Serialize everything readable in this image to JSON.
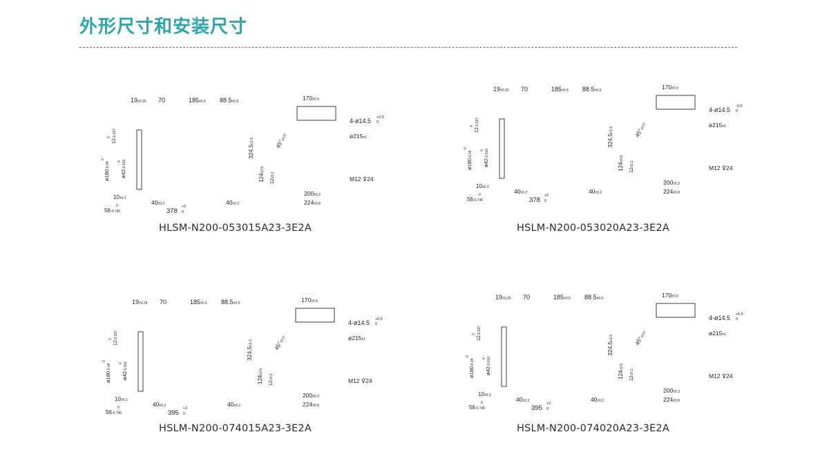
{
  "page_title": "外形尺寸和安装尺寸",
  "colors": {
    "title": "#2aa7a8",
    "line": "#2a2a2a"
  },
  "drawings": [
    {
      "model": "HLSM-N200-053015A23-3E2A",
      "side": {
        "d_19": "19",
        "t_19": "±0.25",
        "d_70": "70",
        "d_185": "185",
        "t_185": "±0.5",
        "d_885": "88.5",
        "t_885": "±0.5",
        "d_12": "12",
        "t_12": "-0.027",
        "t_12b": "0",
        "d_180": "ø180",
        "t_180": "-0.04",
        "t_180b": "0",
        "d_42": "ø42",
        "t_42": "-0.016",
        "t_42b": "0",
        "d_10": "10",
        "t_10": "±0.2",
        "d_40a": "40",
        "t_40a": "±0.2",
        "d_40b": "40",
        "t_40b": "±0.2",
        "d_56": "56",
        "t_56": "-0.740",
        "t_56b": "0",
        "d_len": "378",
        "t_len": "+2",
        "t_lenb": "0"
      },
      "front": {
        "d_170": "170",
        "t_170": "±0.5",
        "d_hole": "4-ø14.5",
        "t_hole": "+0.5",
        "t_holeb": "0",
        "d_215": "ø215",
        "t_215": "±1",
        "d_3245": "324.5",
        "t_3245": "±1.5",
        "d_45": "45°",
        "t_45": "±0.5°",
        "d_124": "124",
        "t_124": "±0.5",
        "d_12f": "12",
        "t_12f": "±0.2",
        "d_m12": "M12 ⊽24",
        "d_200": "200",
        "t_200": "±0.3",
        "d_224": "224",
        "t_224": "±0.8"
      }
    },
    {
      "model": "HSLM-N200-053020A23-3E2A",
      "side": {
        "d_19": "19",
        "t_19": "±0.25",
        "d_70": "70",
        "d_185": "185",
        "t_185": "±0.5",
        "d_885": "88.5",
        "t_885": "±0.5",
        "d_12": "12",
        "t_12": "-0.027",
        "t_12b": "0",
        "d_180": "ø180",
        "t_180": "-0.04",
        "t_180b": "0",
        "d_42": "ø42",
        "t_42": "-0.016",
        "t_42b": "0",
        "d_10": "10",
        "t_10": "±0.2",
        "d_40a": "40",
        "t_40a": "±0.2",
        "d_40b": "40",
        "t_40b": "±0.2",
        "d_56": "56",
        "t_56": "-0.740",
        "t_56b": "0",
        "d_len": "378",
        "t_len": "+2",
        "t_lenb": "0"
      },
      "front": {
        "d_170": "170",
        "t_170": "±0.5",
        "d_hole": "4-ø14.5",
        "t_hole": "-0.5",
        "t_holeb": "0",
        "d_215": "ø215",
        "t_215": "±1",
        "d_3245": "324.5",
        "t_3245": "±1.5",
        "d_45": "45°",
        "t_45": "±0.5°",
        "d_124": "124",
        "t_124": "±0.5",
        "d_12f": "12",
        "t_12f": "±0.2",
        "d_m12": "M12 ⊽24",
        "d_200": "200",
        "t_200": "±0.3",
        "d_224": "224",
        "t_224": "±0.8"
      }
    },
    {
      "model": "HSLM-N200-074015A23-3E2A",
      "side": {
        "d_19": "19",
        "t_19": "±0.25",
        "d_70": "70",
        "d_185": "185",
        "t_185": "±0.5",
        "d_885": "88.5",
        "t_885": "±0.5",
        "d_12": "12",
        "t_12": "-0.027",
        "t_12b": "0",
        "d_180": "ø180",
        "t_180": "-0.04",
        "t_180b": "0",
        "d_42": "ø42",
        "t_42": "-0.016",
        "t_42b": "0",
        "d_10": "10",
        "t_10": "±0.2",
        "d_40a": "40",
        "t_40a": "±0.2",
        "d_40b": "40",
        "t_40b": "±0.2",
        "d_56": "56",
        "t_56": "-0.740",
        "t_56b": "0",
        "d_len": "395",
        "t_len": "+2",
        "t_lenb": "0"
      },
      "front": {
        "d_170": "170",
        "t_170": "±0.5",
        "d_hole": "4-ø14.5",
        "t_hole": "+0.5",
        "t_holeb": "0",
        "d_215": "ø215",
        "t_215": "±1",
        "d_3245": "324.5",
        "t_3245": "±1.5",
        "d_45": "45°",
        "t_45": "±0.5°",
        "d_124": "124",
        "t_124": "±0.5",
        "d_12f": "12",
        "t_12f": "±0.2",
        "d_m12": "M12 ⊽24",
        "d_200": "200",
        "t_200": "±0.3",
        "d_224": "224",
        "t_224": "±0.8"
      }
    },
    {
      "model": "HSLM-N200-074020A23-3E2A",
      "side": {
        "d_19": "19",
        "t_19": "±0.25",
        "d_70": "70",
        "d_185": "185",
        "t_185": "±0.5",
        "d_885": "88.5",
        "t_885": "±0.5",
        "d_12": "12",
        "t_12": "-0.027",
        "t_12b": "0",
        "d_180": "ø180",
        "t_180": "-0.04",
        "t_180b": "0",
        "d_42": "ø42",
        "t_42": "-0.016",
        "t_42b": "0",
        "d_10": "10",
        "t_10": "±0.2",
        "d_40a": "40",
        "t_40a": "±0.2",
        "d_40b": "40",
        "t_40b": "±0.2",
        "d_56": "56",
        "t_56": "-0.740",
        "t_56b": "0",
        "d_len": "395",
        "t_len": "+2",
        "t_lenb": "0"
      },
      "front": {
        "d_170": "170",
        "t_170": "±0.5",
        "d_hole": "4-ø14.5",
        "t_hole": "+0.5",
        "t_holeb": "0",
        "d_215": "ø215",
        "t_215": "±1",
        "d_3245": "324.5",
        "t_3245": "±1.5",
        "d_45": "45°",
        "t_45": "±0.5°",
        "d_124": "124",
        "t_124": "±0.5",
        "d_12f": "12",
        "t_12f": "±0.2",
        "d_m12": "M12 ⊽24",
        "d_200": "200",
        "t_200": "±0.3",
        "d_224": "224",
        "t_224": "±0.8"
      }
    }
  ]
}
